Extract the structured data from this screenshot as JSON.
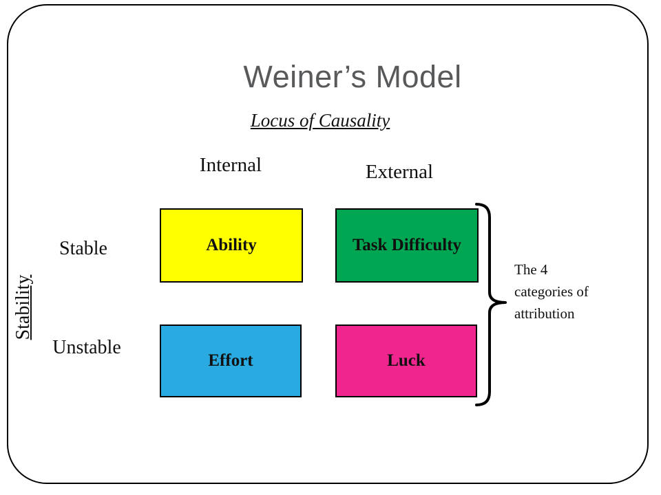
{
  "slide": {
    "title": "Weiner’s Model",
    "locus_heading": "Locus of Causality",
    "columns": [
      {
        "label": "Internal"
      },
      {
        "label": "External"
      }
    ],
    "rows": [
      {
        "label": "Stable"
      },
      {
        "label": "Unstable"
      }
    ],
    "stability_axis": "Stability",
    "cells": [
      {
        "label": "Ability",
        "color": "#ffff00"
      },
      {
        "label": "Task Difficulty",
        "color": "#00a651"
      },
      {
        "label": "Effort",
        "color": "#29abe2"
      },
      {
        "label": "Luck",
        "color": "#f0268e"
      }
    ],
    "annotation": {
      "lines": [
        "The 4",
        "categories of",
        "attribution"
      ]
    },
    "colors": {
      "title": "#58595b",
      "text": "#111111",
      "box_border": "#000000",
      "frame_border": "#000000"
    }
  }
}
